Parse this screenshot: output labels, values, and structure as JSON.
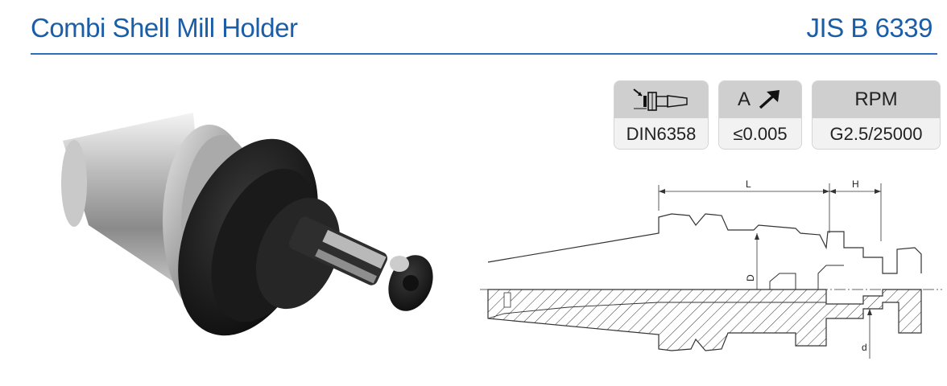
{
  "header": {
    "title": "Combi Shell Mill Holder",
    "standard": "JIS B 6339"
  },
  "specs": [
    {
      "header": "",
      "icon": "din-holder-icon",
      "value": "DIN6358"
    },
    {
      "header": "A",
      "icon": "runout-arrow-icon",
      "value": "≤0.005"
    },
    {
      "header": "RPM",
      "icon": "",
      "value": "G2.5/25000"
    }
  ],
  "drawing": {
    "labels": {
      "L": "L",
      "H": "H",
      "D": "D",
      "d": "d"
    }
  },
  "colors": {
    "title": "#1a5ea8",
    "rule": "#2c6fbf",
    "box_header": "#cfcfcf",
    "box_value": "#f2f2f2"
  }
}
